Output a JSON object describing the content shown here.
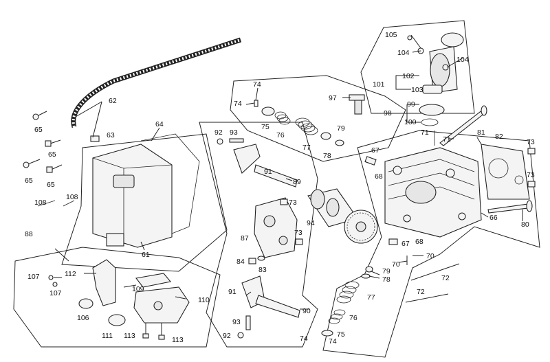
{
  "labels": {
    "l105": "105",
    "l104a": "104",
    "l104b": "104",
    "l102": "102",
    "l101": "101",
    "l103": "103",
    "l97": "97",
    "l99": "99",
    "l98": "98",
    "l100": "100",
    "l74a": "74",
    "l74b": "74",
    "l75a": "75",
    "l76a": "76",
    "l77a": "77",
    "l78a": "78",
    "l79a": "79",
    "l71a": "71",
    "l71b": "71",
    "l81": "81",
    "l82": "82",
    "l73a": "73",
    "l73b": "73",
    "l62": "62",
    "l63": "63",
    "l64": "64",
    "l65a": "65",
    "l65b": "65",
    "l65c": "65",
    "l65d": "65",
    "l92a": "92",
    "l93a": "93",
    "l91a": "91",
    "l89": "89",
    "l73c": "73",
    "l73d": "73",
    "l94": "94",
    "l87": "87",
    "l84": "84",
    "l83": "83",
    "l67a": "67",
    "l68a": "68",
    "l67b": "67",
    "l68b": "68",
    "l66": "66",
    "l80": "80",
    "l108a": "108",
    "l108b": "108",
    "l88": "88",
    "l61": "61",
    "l107a": "107",
    "l107b": "107",
    "l112": "112",
    "l109": "109",
    "l110": "110",
    "l106": "106",
    "l111": "111",
    "l113a": "113",
    "l113b": "113",
    "l91b": "91",
    "l90": "90",
    "l93b": "93",
    "l92b": "92",
    "l70a": "70",
    "l70b": "70",
    "l79b": "79",
    "l78b": "78",
    "l72a": "72",
    "l72b": "72",
    "l77b": "77",
    "l76b": "76",
    "l74c": "74",
    "l75b": "75",
    "l74d": "74"
  }
}
